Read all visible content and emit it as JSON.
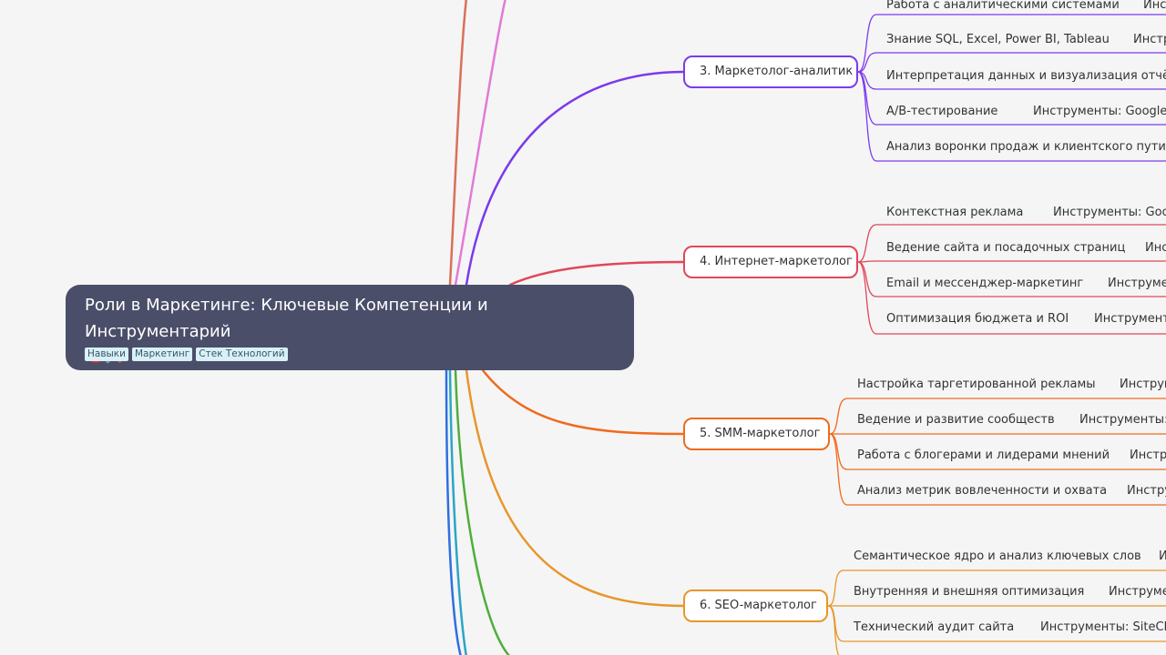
{
  "root": {
    "title": "Роли в Маркетинге: Ключевые Компетенции и Инструментарий",
    "emoji": "🎯🛠️",
    "tags": [
      "Навыки",
      "Маркетинг",
      "Стек Технологий"
    ]
  },
  "branches": [
    {
      "label": "3. Маркетолог-аналитик",
      "color": "#7c3aed",
      "leaves": [
        {
          "text": "Работа с аналитическими системами",
          "tool": "Инст"
        },
        {
          "text": "Знание SQL, Excel, Power BI, Tableau",
          "tool": "Инстр"
        },
        {
          "text": "Интерпретация данных и визуализация отчётов",
          "tool": ""
        },
        {
          "text": "A/B-тестирование",
          "tool": "Инструменты: Google O"
        },
        {
          "text": "Анализ воронки продаж и клиентского пути",
          "tool": ""
        }
      ]
    },
    {
      "label": "4. Интернет-маркетолог",
      "color": "#e0475a",
      "leaves": [
        {
          "text": "Контекстная реклама",
          "tool": "Инструменты: Goog"
        },
        {
          "text": "Ведение сайта и посадочных страниц",
          "tool": "Инс"
        },
        {
          "text": "Email и мессенджер-маркетинг",
          "tool": "Инструмен"
        },
        {
          "text": "Оптимизация бюджета и ROI",
          "tool": "Инструменты"
        }
      ]
    },
    {
      "label": "5. SMM-маркетолог",
      "color": "#f06a1d",
      "leaves": [
        {
          "text": "Настройка таргетированной рекламы",
          "tool": "Инструм"
        },
        {
          "text": "Ведение и развитие сообществ",
          "tool": "Инструменты: S"
        },
        {
          "text": "Работа с блогерами и лидерами мнений",
          "tool": "Инстру"
        },
        {
          "text": "Анализ метрик вовлеченности и охвата",
          "tool": "Инстру"
        }
      ]
    },
    {
      "label": "6. SEO-маркетолог",
      "color": "#e8962a",
      "leaves": [
        {
          "text": "Семантическое ядро и анализ ключевых слов",
          "tool": "И"
        },
        {
          "text": "Внутренняя и внешняя оптимизация",
          "tool": "Инструме"
        },
        {
          "text": "Технический аудит сайта",
          "tool": "Инструменты: SiteChe"
        }
      ]
    }
  ],
  "edge_colors": [
    "#d9705a",
    "#e27ad8",
    "#2f6fe0",
    "#2aa6c4",
    "#4fae3c"
  ]
}
